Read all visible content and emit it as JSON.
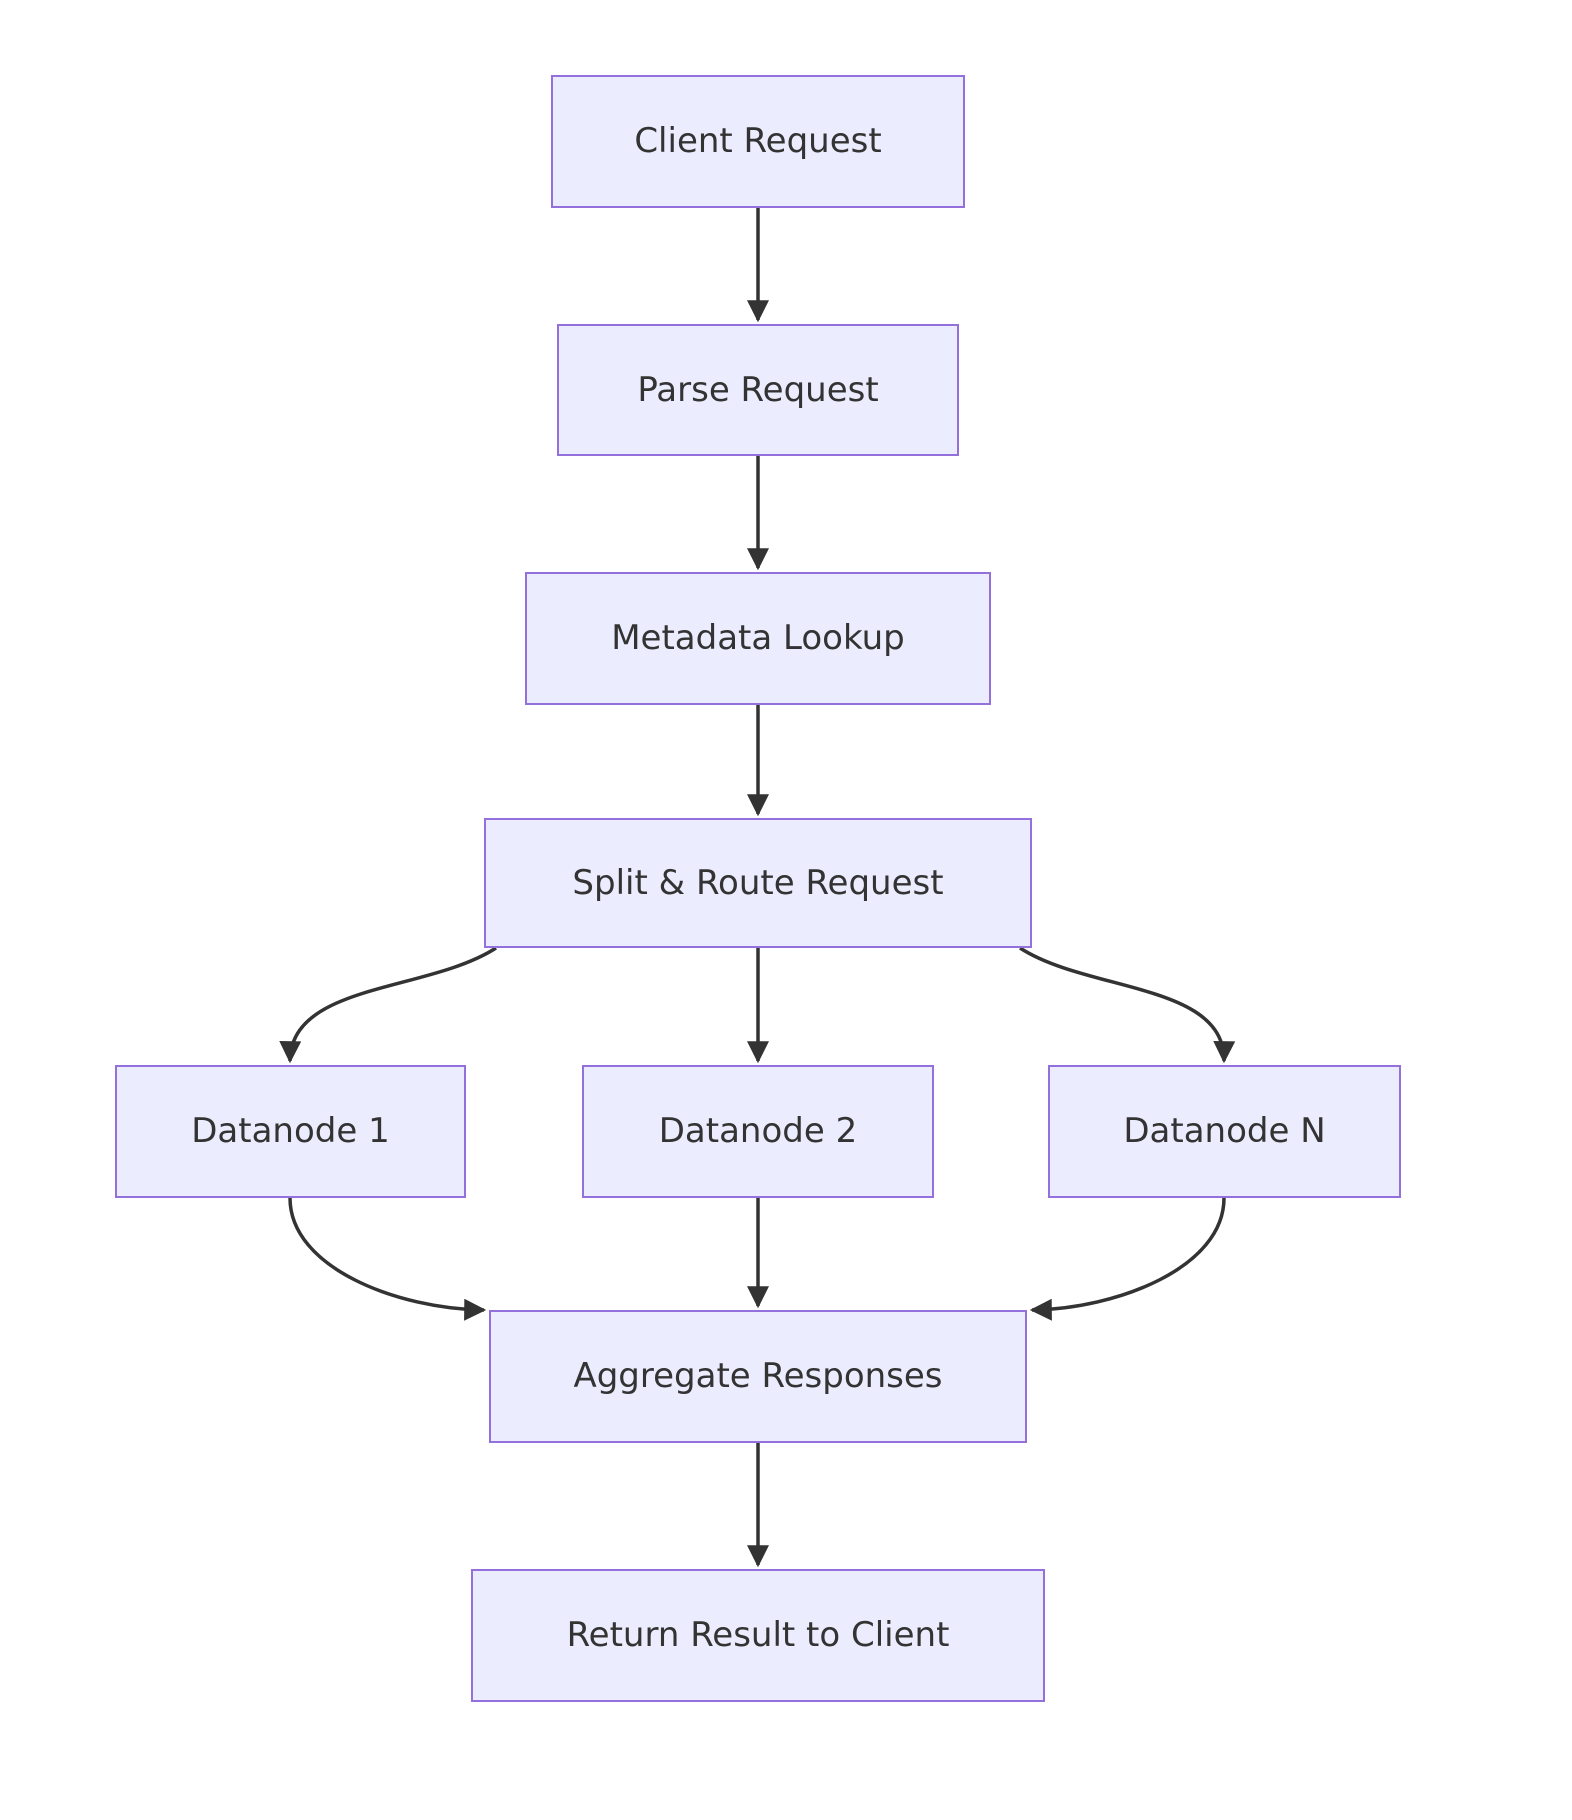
{
  "diagram": {
    "type": "flowchart",
    "direction": "top-down",
    "nodes": [
      {
        "id": "client",
        "label": "Client Request"
      },
      {
        "id": "parse",
        "label": "Parse Request"
      },
      {
        "id": "metadata",
        "label": "Metadata Lookup"
      },
      {
        "id": "split",
        "label": "Split & Route Request"
      },
      {
        "id": "datanode1",
        "label": "Datanode 1"
      },
      {
        "id": "datanode2",
        "label": "Datanode 2"
      },
      {
        "id": "datanodeN",
        "label": "Datanode N"
      },
      {
        "id": "aggregate",
        "label": "Aggregate Responses"
      },
      {
        "id": "return",
        "label": "Return Result to Client"
      }
    ],
    "edges": [
      {
        "from": "client",
        "to": "parse"
      },
      {
        "from": "parse",
        "to": "metadata"
      },
      {
        "from": "metadata",
        "to": "split"
      },
      {
        "from": "split",
        "to": "datanode1"
      },
      {
        "from": "split",
        "to": "datanode2"
      },
      {
        "from": "split",
        "to": "datanodeN"
      },
      {
        "from": "datanode1",
        "to": "aggregate"
      },
      {
        "from": "datanode2",
        "to": "aggregate"
      },
      {
        "from": "datanodeN",
        "to": "aggregate"
      },
      {
        "from": "aggregate",
        "to": "return"
      }
    ],
    "colors": {
      "node_fill": "#ECECFF",
      "node_border": "#9370DB",
      "edge": "#333333",
      "text": "#333333",
      "background": "#FFFFFF"
    }
  }
}
